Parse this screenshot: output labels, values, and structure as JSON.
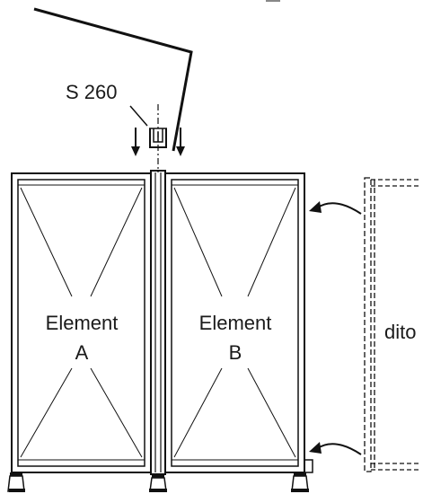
{
  "labels": {
    "clamp": "S 260",
    "element_a_word": "Element",
    "element_a_letter": "A",
    "element_b_word": "Element",
    "element_b_letter": "B",
    "dito": "dito"
  }
}
